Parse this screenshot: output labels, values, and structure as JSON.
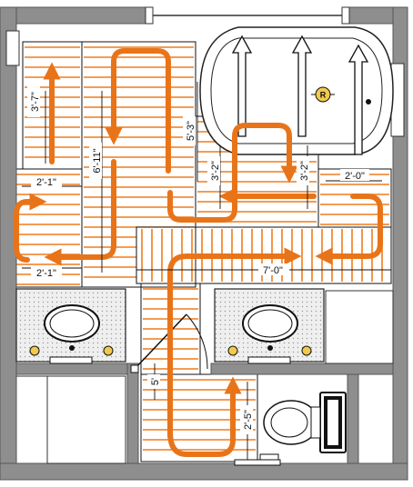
{
  "plan": {
    "colors": {
      "wall": "#8e8e8e",
      "wall_edge": "#555555",
      "floor": "#ffffff",
      "heat_cable": "#f07c1c",
      "flow_arrow": "#e8741a",
      "counter_fill": "#e6e6e6",
      "knob": "#f2c94c",
      "bathtub_arrow": "#111111"
    },
    "dimensions": [
      {
        "id": "dim-3-7",
        "text": "3'-7\""
      },
      {
        "id": "dim-6-11",
        "text": "6'-11\""
      },
      {
        "id": "dim-5-3",
        "text": "5'-3\""
      },
      {
        "id": "dim-3-2-a",
        "text": "3'-2\""
      },
      {
        "id": "dim-3-2-b",
        "text": "3'-2\""
      },
      {
        "id": "dim-2-0",
        "text": "2'-0\""
      },
      {
        "id": "dim-2-1-top",
        "text": "2'-1\""
      },
      {
        "id": "dim-2-1-bottom",
        "text": "2'-1\""
      },
      {
        "id": "dim-7-0",
        "text": "7'-0\""
      },
      {
        "id": "dim-5",
        "text": "5'"
      },
      {
        "id": "dim-2-5",
        "text": "2'-5\""
      }
    ],
    "thermostat_label": "R",
    "fixture_icons": [
      "bathtub-icon",
      "sink-left-icon",
      "sink-right-icon",
      "toilet-icon",
      "door-swing-icon",
      "thermostat-icon"
    ]
  }
}
